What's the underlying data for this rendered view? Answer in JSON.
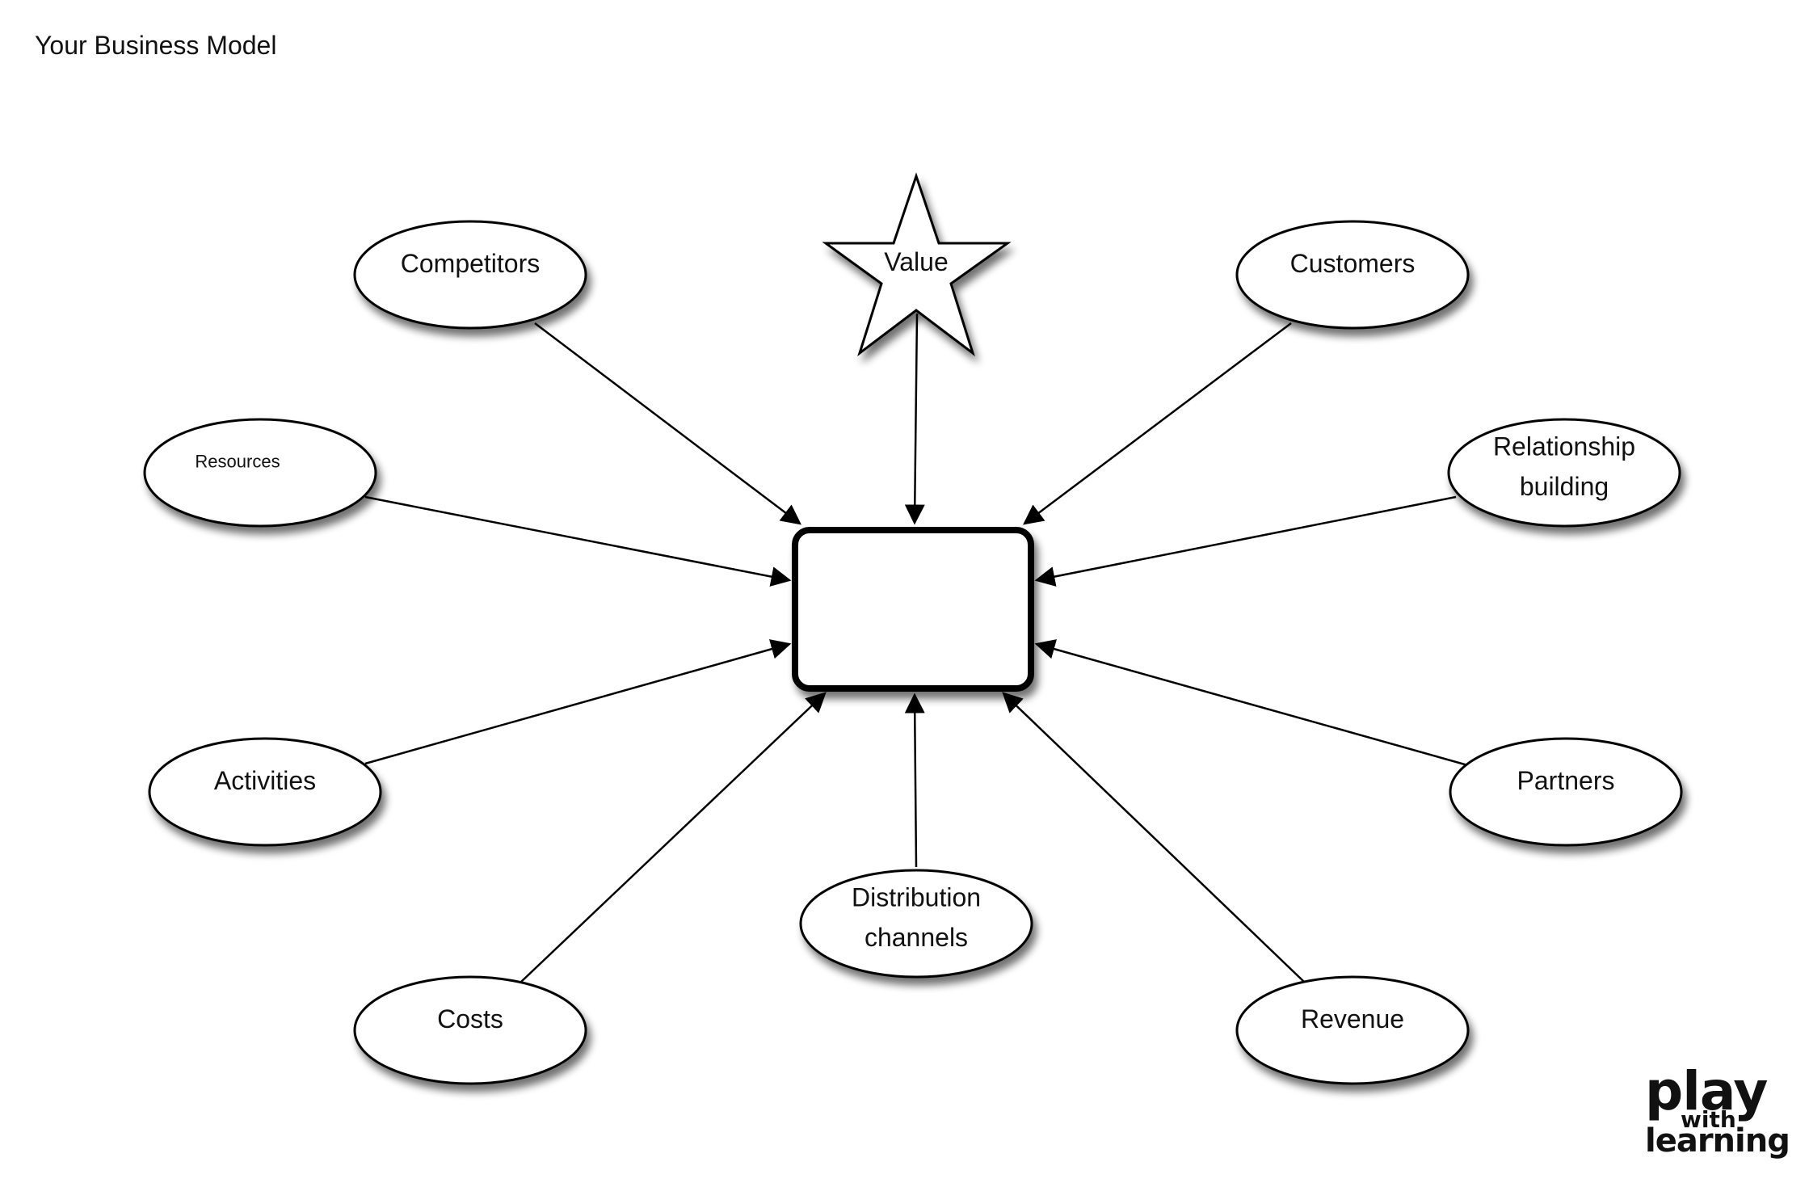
{
  "title": "Your Business Model",
  "center": {
    "label": ""
  },
  "star": {
    "label": "Value"
  },
  "nodes": [
    {
      "id": "competitors",
      "lines": [
        "Competitors"
      ]
    },
    {
      "id": "customers",
      "lines": [
        "Customers"
      ]
    },
    {
      "id": "resources",
      "lines": [
        "Resources"
      ]
    },
    {
      "id": "relationship",
      "lines": [
        "Relationship",
        "building"
      ]
    },
    {
      "id": "activities",
      "lines": [
        "Activities"
      ]
    },
    {
      "id": "partners",
      "lines": [
        "Partners"
      ]
    },
    {
      "id": "costs",
      "lines": [
        "Costs"
      ]
    },
    {
      "id": "distribution",
      "lines": [
        "Distribution",
        "channels"
      ]
    },
    {
      "id": "revenue",
      "lines": [
        "Revenue"
      ]
    }
  ],
  "logo": {
    "line1": "play",
    "line2": "with",
    "line3": "learning"
  }
}
